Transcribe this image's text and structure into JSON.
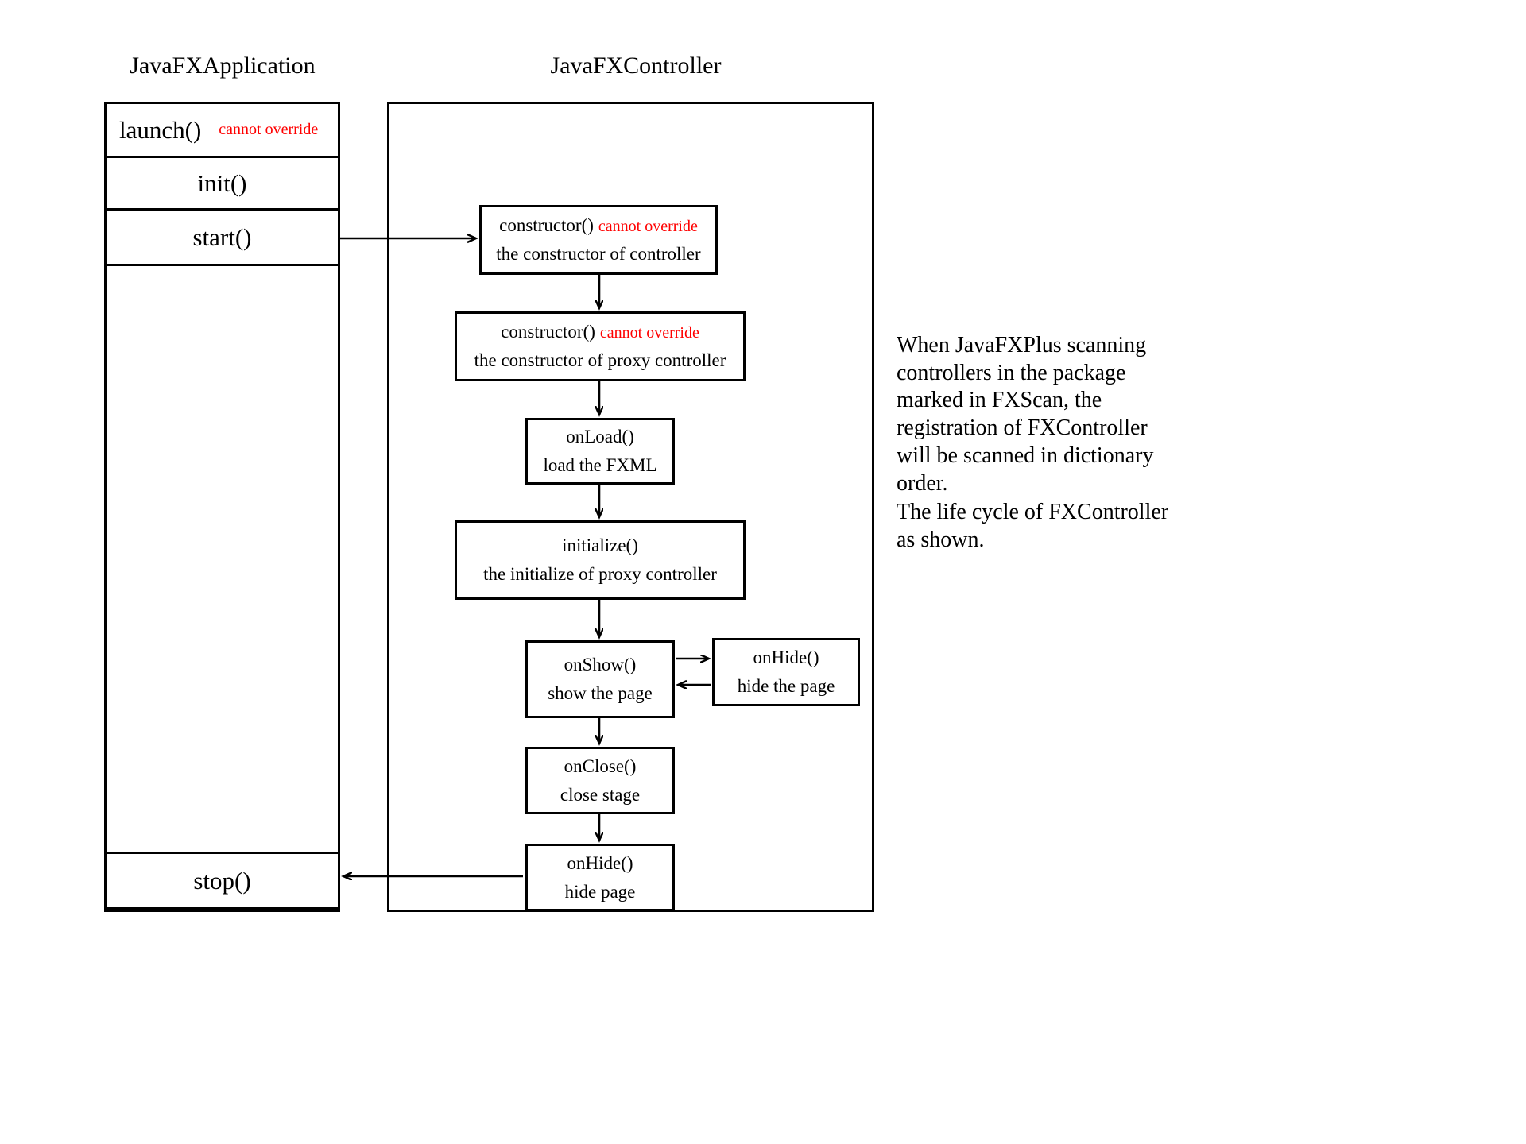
{
  "colors": {
    "stroke": "#000000",
    "accent_red": "#ff0000",
    "background": "#ffffff"
  },
  "lanes": {
    "application": {
      "title": "JavaFXApplication",
      "rows": [
        {
          "label": "launch()",
          "note": "cannot override"
        },
        {
          "label": "init()",
          "note": ""
        },
        {
          "label": "start()",
          "note": ""
        },
        {
          "label": "",
          "note": ""
        },
        {
          "label": "stop()",
          "note": ""
        },
        {
          "label": "",
          "note": ""
        }
      ]
    },
    "controller": {
      "title": "JavaFXController",
      "steps": [
        {
          "name": "constructor-controller",
          "line1": "constructor()",
          "note": "cannot override",
          "line2": "the constructor of controller"
        },
        {
          "name": "constructor-proxy-controller",
          "line1": "constructor()",
          "note": "cannot override",
          "line2": "the constructor of proxy controller"
        },
        {
          "name": "on-load",
          "line1": "onLoad()",
          "note": "",
          "line2": "load the FXML"
        },
        {
          "name": "initialize",
          "line1": "initialize()",
          "note": "",
          "line2": "the initialize of proxy controller"
        },
        {
          "name": "on-show",
          "line1": "onShow()",
          "note": "",
          "line2": "show the page"
        },
        {
          "name": "on-hide-toggle",
          "line1": "onHide()",
          "note": "",
          "line2": "hide the page"
        },
        {
          "name": "on-close",
          "line1": "onClose()",
          "note": "",
          "line2": "close stage"
        },
        {
          "name": "on-hide-final",
          "line1": "onHide()",
          "note": "",
          "line2": "hide page"
        }
      ]
    }
  },
  "side_note": {
    "paragraph1": "When JavaFXPlus scanning controllers in the package marked in FXScan, the registration of FXController will be scanned in dictionary order.",
    "paragraph2": "The life cycle of FXController as shown."
  }
}
